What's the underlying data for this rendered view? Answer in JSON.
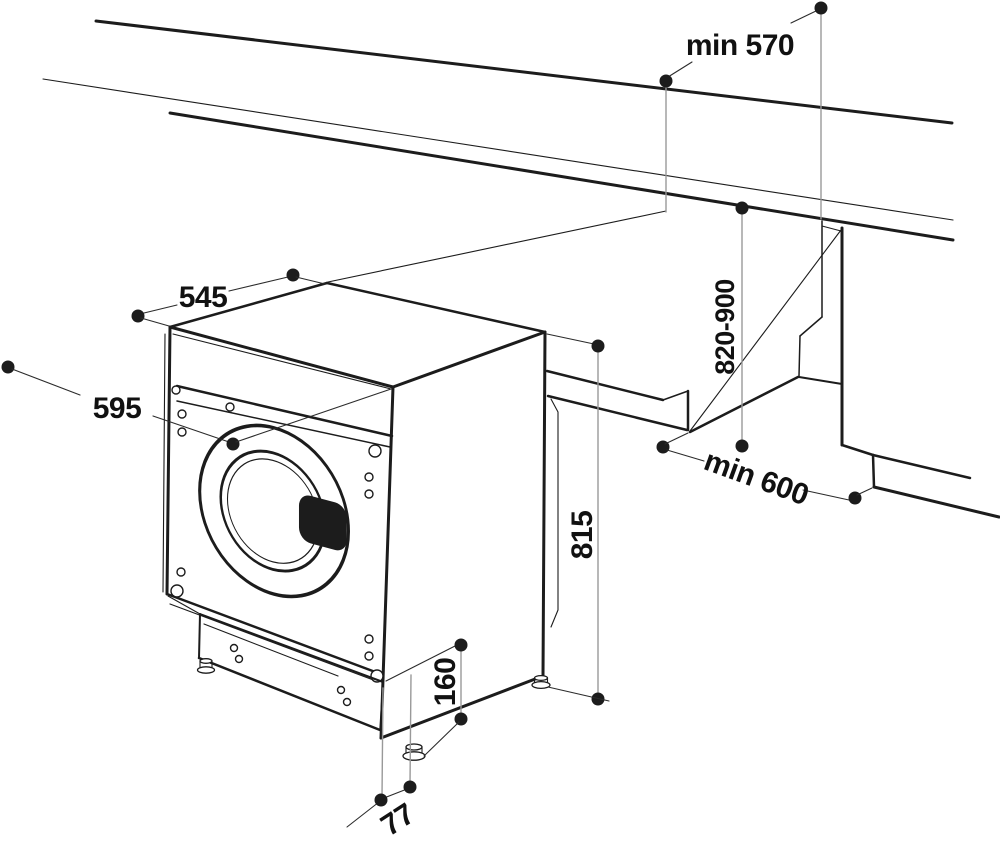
{
  "diagram": {
    "kind": "built-in washing machine installation dimensions drawing",
    "unit": "mm",
    "colors": {
      "line": "#1c1c1c",
      "dim_line": "#999999",
      "background": "#ffffff",
      "label": "#111111",
      "door_handle_fill": "#1c1c1c"
    },
    "labels": {
      "worktop_clearance": "min 570",
      "niche_height": "820-900",
      "depth": "545",
      "width": "595",
      "niche_width": "min 600",
      "body_height": "815",
      "plinth_height": "160",
      "plinth_recess": "77"
    }
  }
}
